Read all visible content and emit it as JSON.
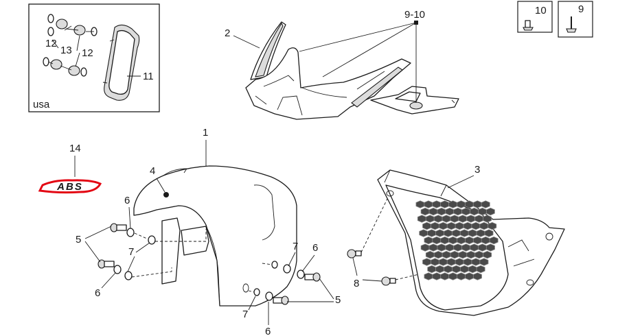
{
  "callouts": {
    "c1": "1",
    "c2": "2",
    "c3": "3",
    "c4": "4",
    "c5a": "5",
    "c5b": "5",
    "c6a": "6",
    "c6b": "6",
    "c6c": "6",
    "c6d": "6",
    "c7a": "7",
    "c7b": "7",
    "c7c": "7",
    "c8": "8",
    "c9_10": "9-10",
    "c11": "11",
    "c12a": "12",
    "c12b": "12",
    "c13": "13",
    "c14": "14"
  },
  "inset_usa": {
    "label": "usa"
  },
  "legend_boxes": [
    {
      "label": "10",
      "icon": "rivet-icon"
    },
    {
      "label": "9",
      "icon": "screw-icon"
    }
  ],
  "decal": {
    "text": "ABS",
    "colors": {
      "fill": "#e30613",
      "outline": "#1a1a1a"
    }
  }
}
